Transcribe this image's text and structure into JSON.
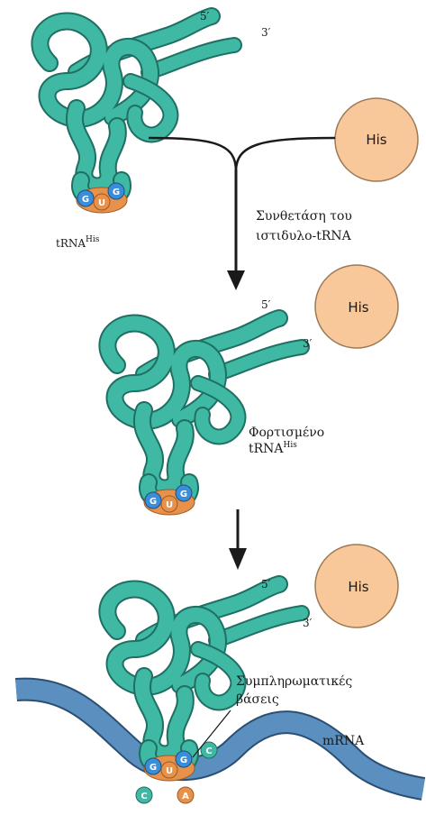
{
  "colors": {
    "trna": "#3fb8a4",
    "trna_outline": "#1f6f63",
    "his_ball": "#f8c89a",
    "his_outline": "#9b7a55",
    "mrna": "#5b8fbf",
    "mrna_outline": "#2b4f73",
    "anticodon_pad": "#e8914a",
    "base_blue": "#3a8dd8",
    "base_orange": "#e8914a",
    "base_teal": "#3fb8a4",
    "arrow": "#1a1a1a"
  },
  "stage1": {
    "five_prime": "5′",
    "three_prime": "3′",
    "trna_label": "tRNA",
    "trna_label_sup": "His",
    "anticodon": [
      "G",
      "U",
      "G"
    ]
  },
  "his_free": "His",
  "enzyme_label": [
    "Συνθετάση του",
    "ιστιδυλο-tRNA"
  ],
  "stage2": {
    "five_prime": "5′",
    "three_prime": "3′",
    "his": "His",
    "label_line1": "Φορτισμένο",
    "label_line2": "tRNA",
    "label_sup": "His",
    "anticodon": [
      "G",
      "U",
      "G"
    ]
  },
  "stage3": {
    "five_prime": "5′",
    "three_prime": "3′",
    "his": "His",
    "complement_label": [
      "Συμπληρωματικές",
      "βάσεις"
    ],
    "mrna_label": "mRNA",
    "anticodon": [
      "G",
      "U",
      "G"
    ],
    "codon": [
      "C",
      "A",
      "C"
    ]
  }
}
